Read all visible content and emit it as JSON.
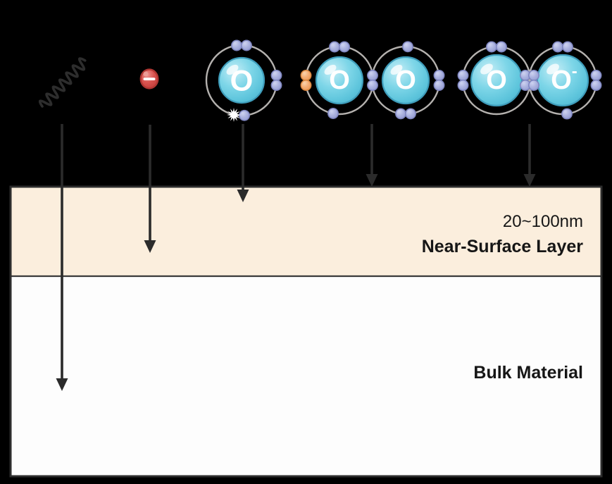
{
  "diagram": {
    "background_color": "#000000",
    "species": [
      {
        "name": "photon",
        "kind": "wavy-line"
      },
      {
        "name": "electron",
        "symbol": "-",
        "color": "#d24a48"
      },
      {
        "name": "atomic-oxygen",
        "label": "O"
      },
      {
        "name": "oxygen-molecule",
        "left_label": "O",
        "right_label": "O"
      },
      {
        "name": "superoxide-ion",
        "left_label": "O",
        "right_label": "O",
        "right_charge": "-"
      }
    ],
    "layers": {
      "near_surface": {
        "thickness": "20~100nm",
        "label": "Near-Surface Layer",
        "fill": "#fbeedd"
      },
      "bulk": {
        "label": "Bulk Material",
        "fill": "#fdfdfd"
      }
    },
    "colors": {
      "shell_stroke": "#b5b2af",
      "electron_purple": "#a9b0de",
      "electron_orange": "#f3ab72",
      "nucleus_cyan": "#6fcfe3",
      "electron_red": "#d24a48",
      "arrow": "#2b2b2b",
      "label_text": "#161616",
      "border": "#2d2d2d"
    }
  }
}
